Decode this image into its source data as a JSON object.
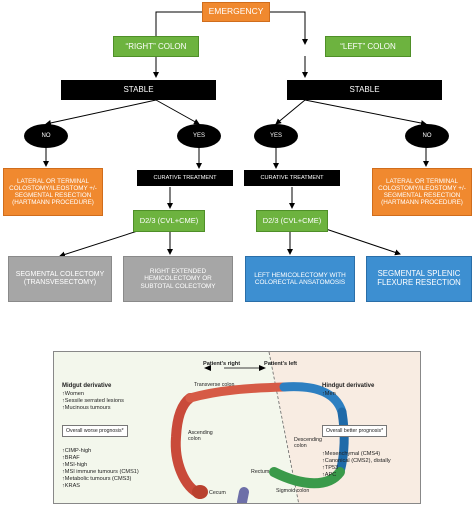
{
  "flowchart": {
    "emergency": "EMERGENCY",
    "right_colon": "“RIGHT” COLON",
    "left_colon": "“LEFT” COLON",
    "stable": "STABLE",
    "no": "NO",
    "yes": "YES",
    "hartmann": "LATERAL OR TERMINAL COLOSTOMY/ILEOSTOMY +/- SEGMENTAL RESECTION (HARTMANN PROCEDURE)",
    "curative": "CURATIVE TREATMENT",
    "d23": "D2/3 (CVL+CME)",
    "segmental_colectomy": "SEGMENTAL COLECTOMY (TRANSVESECTOMY)",
    "right_extended": "RIGHT EXTENDED HEMICOLECTOMY OR SUBTOTAL COLECTOMY",
    "left_hemi": "LEFT HEMICOLECTOMY WITH COLORECTAL ANSATOMOSIS",
    "splenic": "SEGMENTAL SPLENIC FLEXURE RESECTION"
  },
  "panel": {
    "patients_right": "Patient's right",
    "patients_left": "Patient's left",
    "midgut_title": "Midgut derivative",
    "midgut_items": [
      "↑Women",
      "↑Sessile serrated lesions",
      "↑Mucinous tumours"
    ],
    "midgut_prognosis": "Overall worse prognosis*",
    "midgut_markers": [
      "↑CIMP-high",
      "↑BRAF",
      "↑MSI-high",
      "↑MSI immune tumours (CMS1)",
      "↑Metabolic tumours (CMS3)",
      "↑KRAS"
    ],
    "hindgut_title": "Hindgut derivative",
    "hindgut_items": [
      "↑Men"
    ],
    "hindgut_prognosis": "Overall better prognosis*",
    "hindgut_markers": [
      "↑Mesenchymal (CMS4)",
      "↑Canonical (CMS2), distally",
      "↑TP53",
      "↑APC"
    ],
    "labels": {
      "transverse": "Transverse colon",
      "ascending": "Ascending colon",
      "descending": "Descending colon",
      "cecum": "Cecum",
      "rectum": "Rectum",
      "sigmoid": "Sigmoid colon"
    }
  }
}
